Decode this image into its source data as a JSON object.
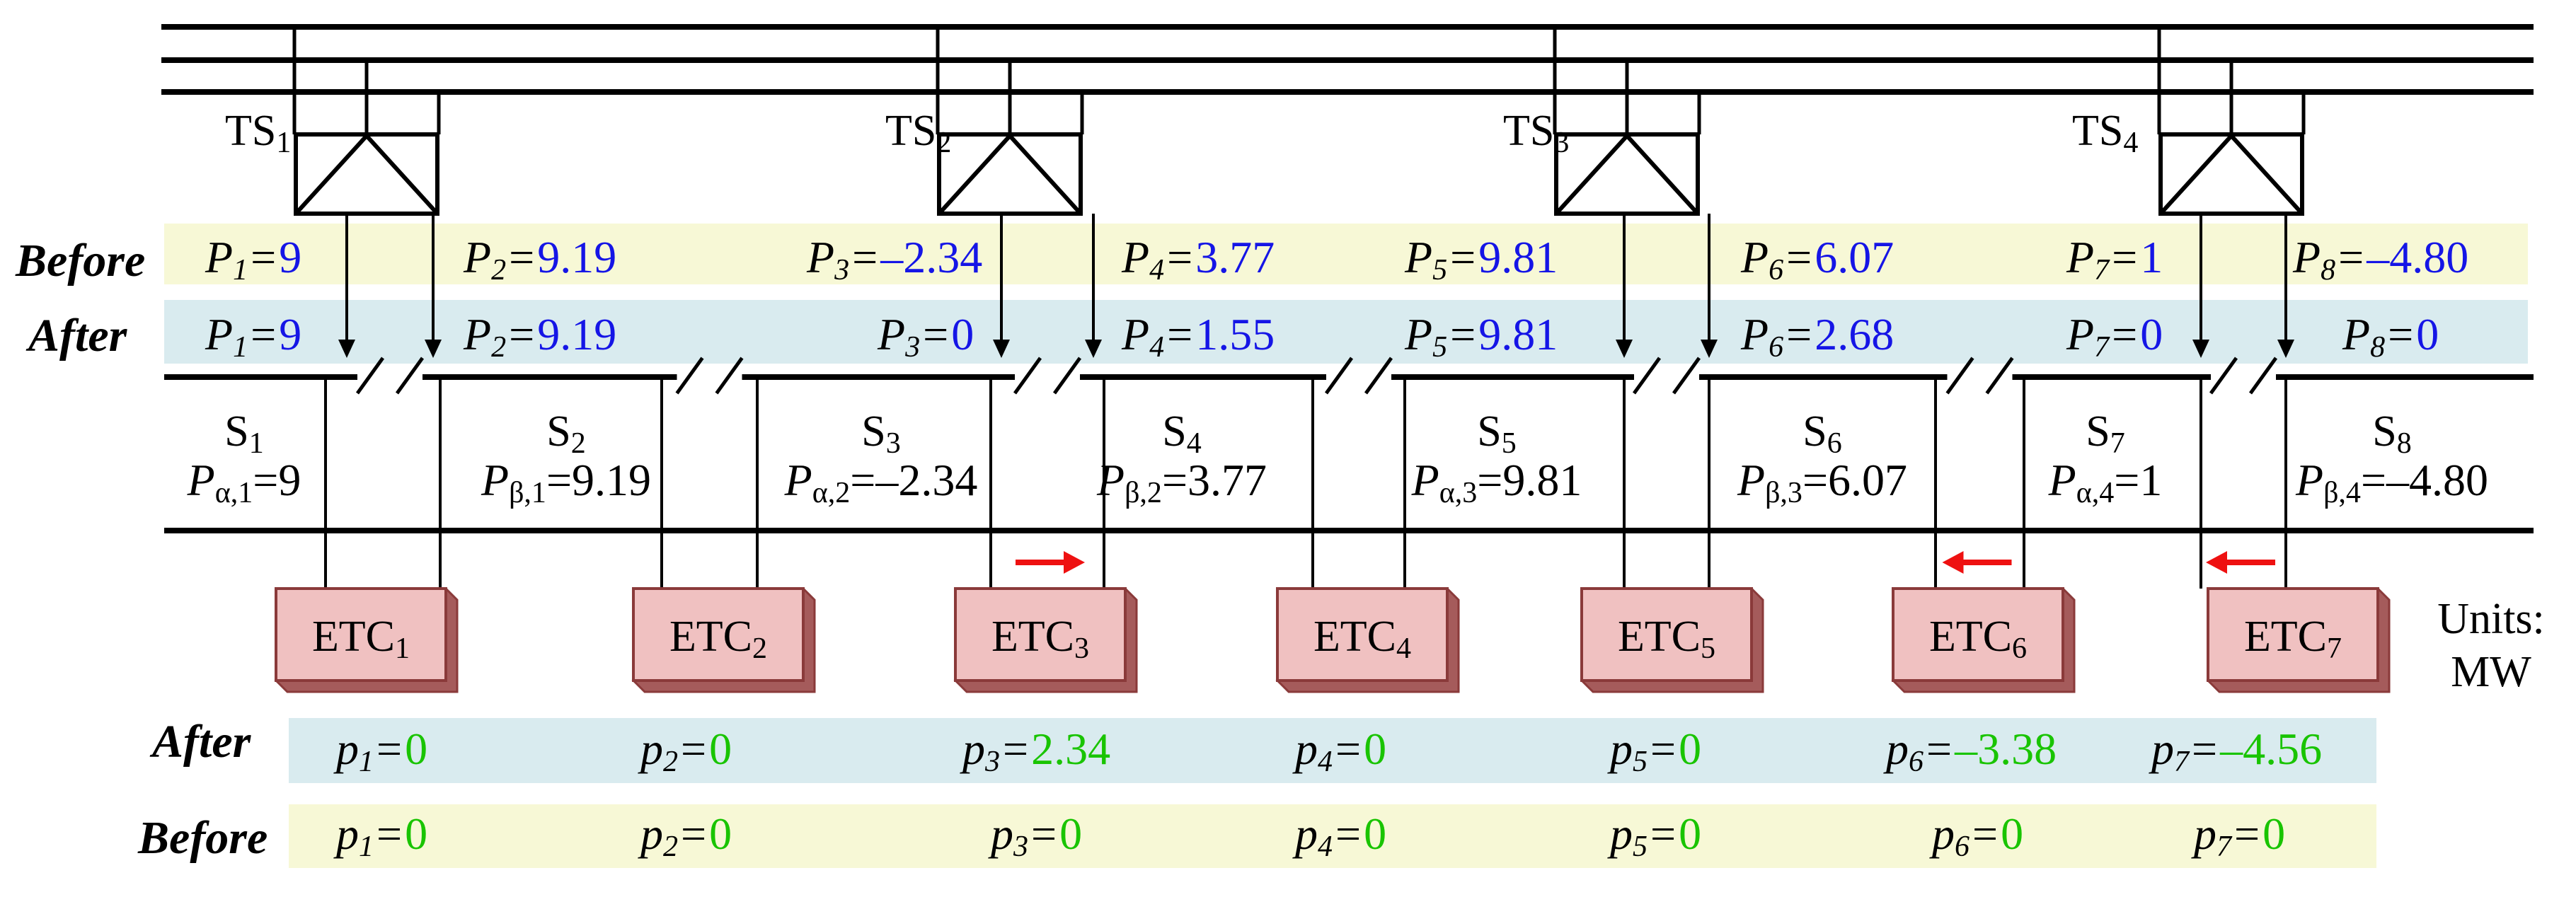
{
  "colors": {
    "before_band": "#f7f8d6",
    "after_band": "#d9ebef",
    "blue_value": "#1515e6",
    "green_value": "#19c400",
    "etc_box": "#f0c1c1",
    "etc_edge": "#8a3a3a",
    "arrow": "#ee1111"
  },
  "row_labels": {
    "top_before": "Before",
    "top_after": "After",
    "bottom_after": "After",
    "bottom_before": "Before"
  },
  "units": {
    "line1": "Units:",
    "line2": "MW"
  },
  "transformers": [
    {
      "name": "TS",
      "sub": "1"
    },
    {
      "name": "TS",
      "sub": "2"
    },
    {
      "name": "TS",
      "sub": "3"
    },
    {
      "name": "TS",
      "sub": "4"
    }
  ],
  "feeders": [
    {
      "var": "P",
      "sub": "1",
      "eq": "=",
      "before": "9",
      "after": "9"
    },
    {
      "var": "P",
      "sub": "2",
      "eq": "=",
      "before": "9.19",
      "after": "9.19"
    },
    {
      "var": "P",
      "sub": "3",
      "eq": "=",
      "before": "–2.34",
      "after": "0"
    },
    {
      "var": "P",
      "sub": "4",
      "eq": "=",
      "before": "3.77",
      "after": "1.55"
    },
    {
      "var": "P",
      "sub": "5",
      "eq": "=",
      "before": "9.81",
      "after": "9.81"
    },
    {
      "var": "P",
      "sub": "6",
      "eq": "=",
      "before": "6.07",
      "after": "2.68"
    },
    {
      "var": "P",
      "sub": "7",
      "eq": "=",
      "before": "1",
      "after": "0"
    },
    {
      "var": "P",
      "sub": "8",
      "eq": "=",
      "before": "–4.80",
      "after": "0"
    }
  ],
  "sections": [
    {
      "name": "S",
      "sub": "1",
      "pvar": "P",
      "psub": "α,1",
      "eq": "=",
      "value": "9"
    },
    {
      "name": "S",
      "sub": "2",
      "pvar": "P",
      "psub": "β,1",
      "eq": "=",
      "value": "9.19"
    },
    {
      "name": "S",
      "sub": "3",
      "pvar": "P",
      "psub": "α,2",
      "eq": "=",
      "value": "–2.34"
    },
    {
      "name": "S",
      "sub": "4",
      "pvar": "P",
      "psub": "β,2",
      "eq": "=",
      "value": "3.77"
    },
    {
      "name": "S",
      "sub": "5",
      "pvar": "P",
      "psub": "α,3",
      "eq": "=",
      "value": "9.81"
    },
    {
      "name": "S",
      "sub": "6",
      "pvar": "P",
      "psub": "β,3",
      "eq": "=",
      "value": "6.07"
    },
    {
      "name": "S",
      "sub": "7",
      "pvar": "P",
      "psub": "α,4",
      "eq": "=",
      "value": "1"
    },
    {
      "name": "S",
      "sub": "8",
      "pvar": "P",
      "psub": "β,4",
      "eq": "=",
      "value": "–4.80"
    }
  ],
  "etcs": [
    {
      "name": "ETC",
      "sub": "1",
      "pvar": "p",
      "psub": "1",
      "eq": "=",
      "after": "0",
      "before": "0"
    },
    {
      "name": "ETC",
      "sub": "2",
      "pvar": "p",
      "psub": "2",
      "eq": "=",
      "after": "0",
      "before": "0"
    },
    {
      "name": "ETC",
      "sub": "3",
      "pvar": "p",
      "psub": "3",
      "eq": "=",
      "after": "2.34",
      "before": "0"
    },
    {
      "name": "ETC",
      "sub": "4",
      "pvar": "p",
      "psub": "4",
      "eq": "=",
      "after": "0",
      "before": "0"
    },
    {
      "name": "ETC",
      "sub": "5",
      "pvar": "p",
      "psub": "5",
      "eq": "=",
      "after": "0",
      "before": "0"
    },
    {
      "name": "ETC",
      "sub": "6",
      "pvar": "p",
      "psub": "6",
      "eq": "=",
      "after": "–3.38",
      "before": "0"
    },
    {
      "name": "ETC",
      "sub": "7",
      "pvar": "p",
      "psub": "7",
      "eq": "=",
      "after": "–4.56",
      "before": "0"
    }
  ],
  "flow_arrows": [
    {
      "etc": "3",
      "direction": "right"
    },
    {
      "etc": "6",
      "direction": "left"
    },
    {
      "etc": "7",
      "direction": "left"
    }
  ]
}
